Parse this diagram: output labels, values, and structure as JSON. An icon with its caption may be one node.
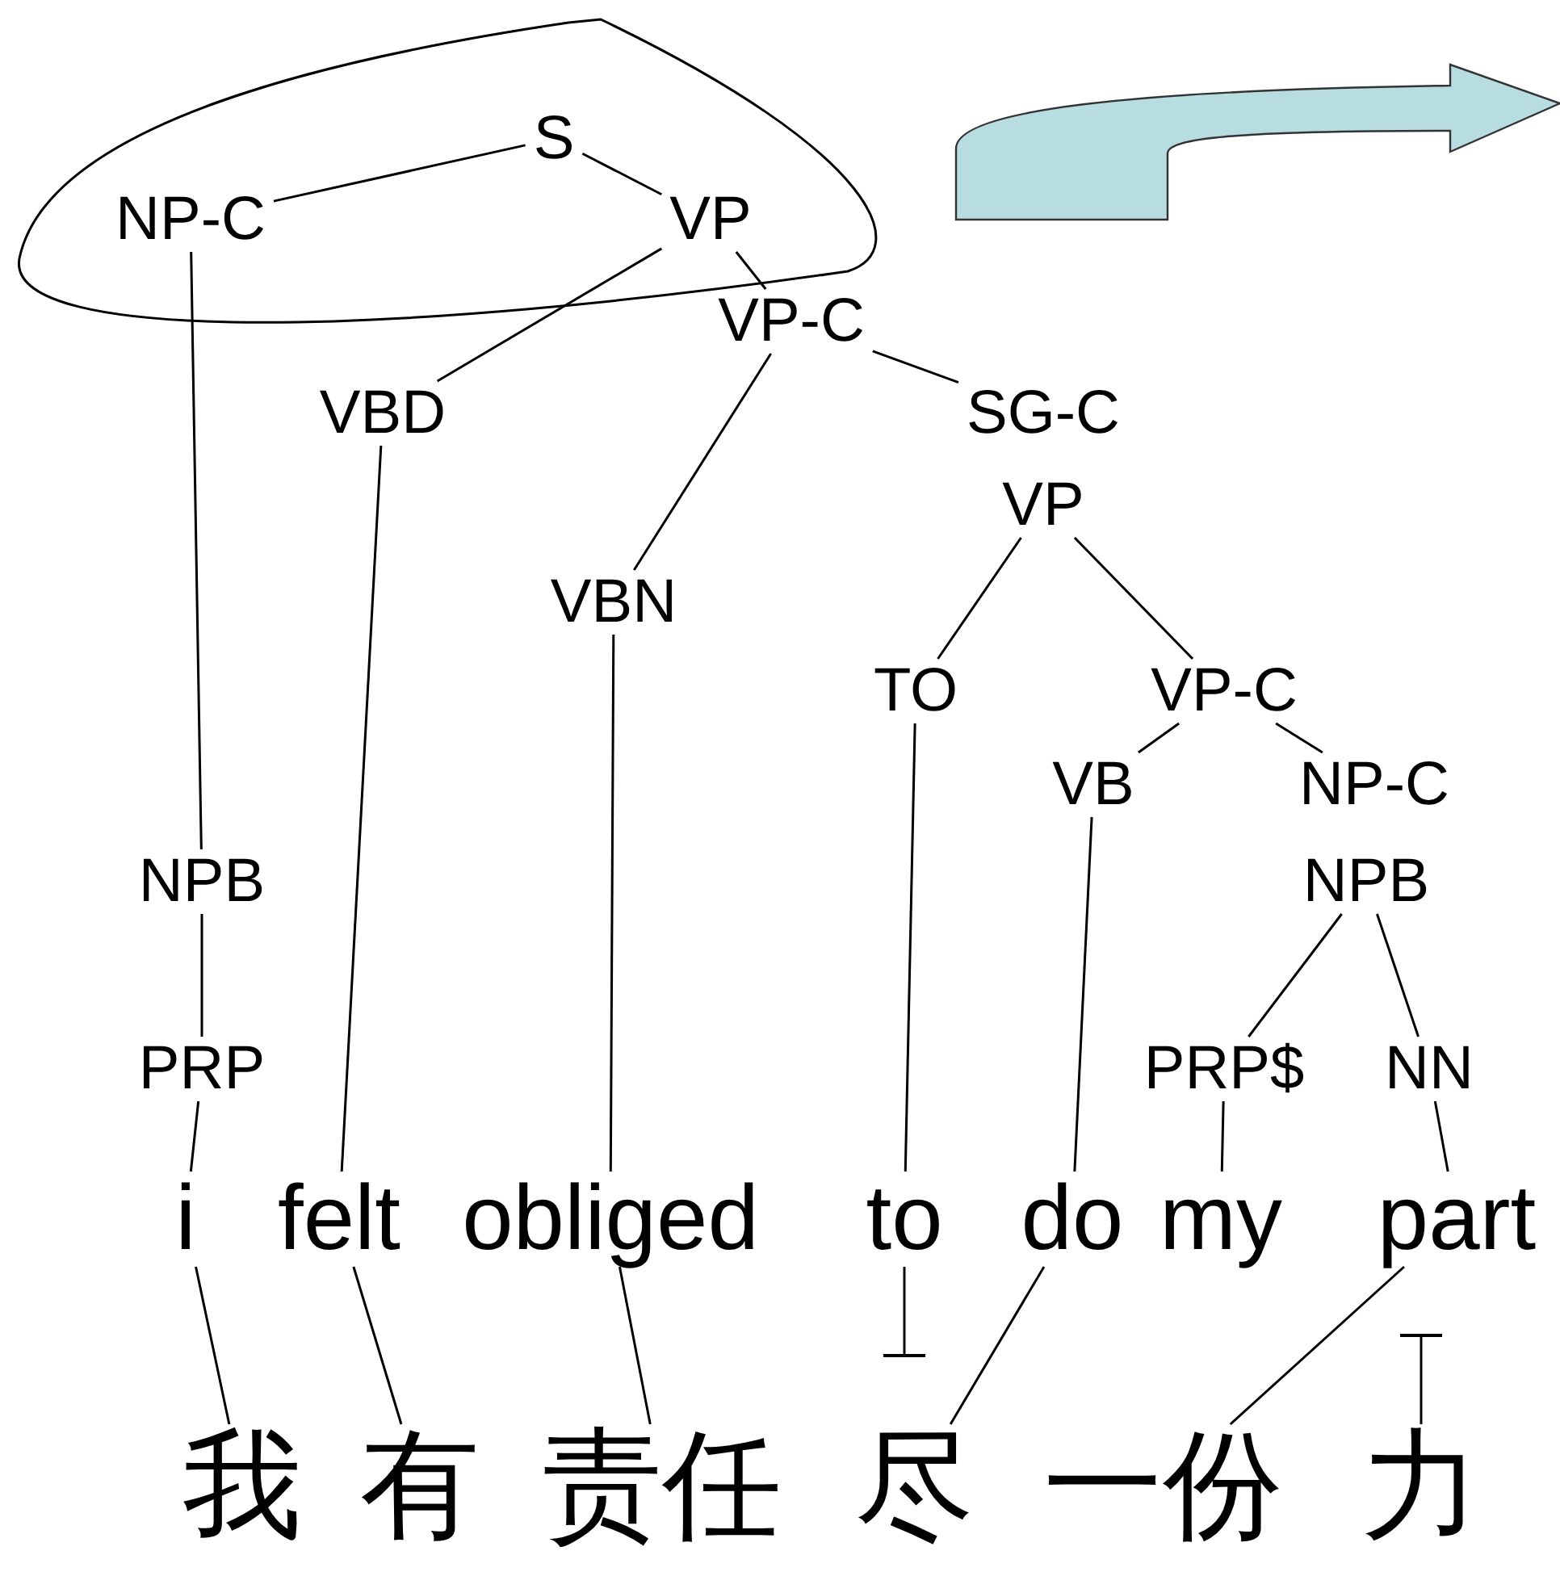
{
  "diagram": {
    "nodes": [
      {
        "text": [
          "S"
        ]
      },
      {
        "text": [
          "NP-C"
        ]
      },
      {
        "text": [
          "VP"
        ]
      },
      {
        "text": [
          "VP-C"
        ]
      },
      {
        "text": [
          "VBD"
        ]
      },
      {
        "text": [
          "SG-C"
        ]
      },
      {
        "text": [
          "VP"
        ]
      },
      {
        "text": [
          "VBN"
        ]
      },
      {
        "text": [
          "TO"
        ]
      },
      {
        "text": [
          "VP-C"
        ]
      },
      {
        "text": [
          "VB"
        ]
      },
      {
        "text": [
          "NP-C"
        ]
      },
      {
        "text": [
          "NPB"
        ]
      },
      {
        "text": [
          "NPB"
        ]
      },
      {
        "text": [
          "PRP"
        ]
      },
      {
        "text": [
          "PRP$"
        ]
      },
      {
        "text": [
          "NN"
        ]
      },
      {
        "text": [
          "i"
        ]
      },
      {
        "text": [
          "felt"
        ]
      },
      {
        "text": [
          "obliged"
        ]
      },
      {
        "text": [
          "to"
        ]
      },
      {
        "text": [
          "do"
        ]
      },
      {
        "text": [
          "my"
        ]
      },
      {
        "text": [
          "part"
        ]
      },
      {
        "text": [
          "我"
        ]
      },
      {
        "text": [
          "有"
        ]
      },
      {
        "text": [
          "责任"
        ]
      },
      {
        "text": [
          "尽"
        ]
      },
      {
        "text": [
          "一份"
        ]
      },
      {
        "text": [
          "力"
        ]
      }
    ],
    "edges": [
      {
        "from": 0,
        "to": 1,
        "arrow": "none"
      },
      {
        "from": 0,
        "to": 2,
        "arrow": "none"
      },
      {
        "from": 2,
        "to": 4,
        "arrow": "none"
      },
      {
        "from": 2,
        "to": 3,
        "arrow": "none"
      },
      {
        "from": 1,
        "to": 12,
        "arrow": "none"
      },
      {
        "from": 3,
        "to": 7,
        "arrow": "none"
      },
      {
        "from": 3,
        "to": 5,
        "arrow": "none"
      },
      {
        "from": 6,
        "to": 8,
        "arrow": "none"
      },
      {
        "from": 6,
        "to": 9,
        "arrow": "none"
      },
      {
        "from": 9,
        "to": 10,
        "arrow": "none"
      },
      {
        "from": 9,
        "to": 11,
        "arrow": "none"
      },
      {
        "from": 13,
        "to": 15,
        "arrow": "none"
      },
      {
        "from": 13,
        "to": 16,
        "arrow": "none"
      },
      {
        "from": 12,
        "to": 14,
        "arrow": "none"
      },
      {
        "from": 14,
        "to": 17,
        "arrow": "none"
      },
      {
        "from": 4,
        "to": 18,
        "arrow": "none"
      },
      {
        "from": 7,
        "to": 19,
        "arrow": "none"
      },
      {
        "from": 8,
        "to": 20,
        "arrow": "none"
      },
      {
        "from": 10,
        "to": 21,
        "arrow": "none"
      },
      {
        "from": 15,
        "to": 22,
        "arrow": "none"
      },
      {
        "from": 16,
        "to": 23,
        "arrow": "none"
      },
      {
        "from": 17,
        "to": 24,
        "arrow": "none"
      },
      {
        "from": 18,
        "to": 25,
        "arrow": "none"
      },
      {
        "from": 19,
        "to": 26,
        "arrow": "none"
      },
      {
        "from": 21,
        "to": 27,
        "arrow": "none"
      },
      {
        "from": 23,
        "to": 28,
        "arrow": "none"
      },
      {
        "from": 20,
        "to": null,
        "arrow": "other"
      },
      {
        "from": null,
        "to": 29,
        "arrow": "other"
      }
    ]
  }
}
